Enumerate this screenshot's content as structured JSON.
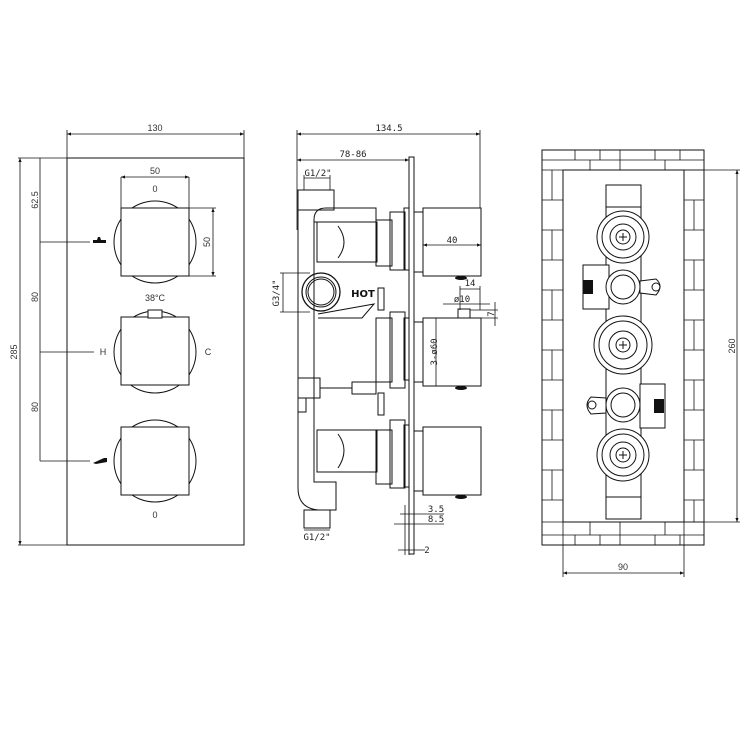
{
  "front_view": {
    "width_dim": "130",
    "height_dim": "285",
    "top_offset_dim": "62.5",
    "spacing_dim_1": "80",
    "spacing_dim_2": "80",
    "handle_width_dim": "50",
    "handle_height_dim": "50",
    "top_label": "0",
    "temp_label": "38°C",
    "hot_label": "H",
    "cold_label": "C",
    "bottom_label": "0"
  },
  "side_view": {
    "depth_dim": "134.5",
    "body_depth_dim": "78-86",
    "top_inlet_dim": "G1/2\"",
    "side_inlet_dim": "G3/4\"",
    "hot_label": "HOT",
    "handle_depth_dim": "40",
    "pin_offset_dim": "14",
    "pin_dia_dim": "ø10",
    "pin_height_dim": "7",
    "handle_dia_dim": "3-ø60",
    "plate_dim_1": "3.5",
    "plate_dim_2": "8.5",
    "plate_thickness_dim": "2",
    "bottom_outlet_dim": "G1/2\""
  },
  "back_view": {
    "height_dim": "260",
    "width_dim": "90"
  }
}
